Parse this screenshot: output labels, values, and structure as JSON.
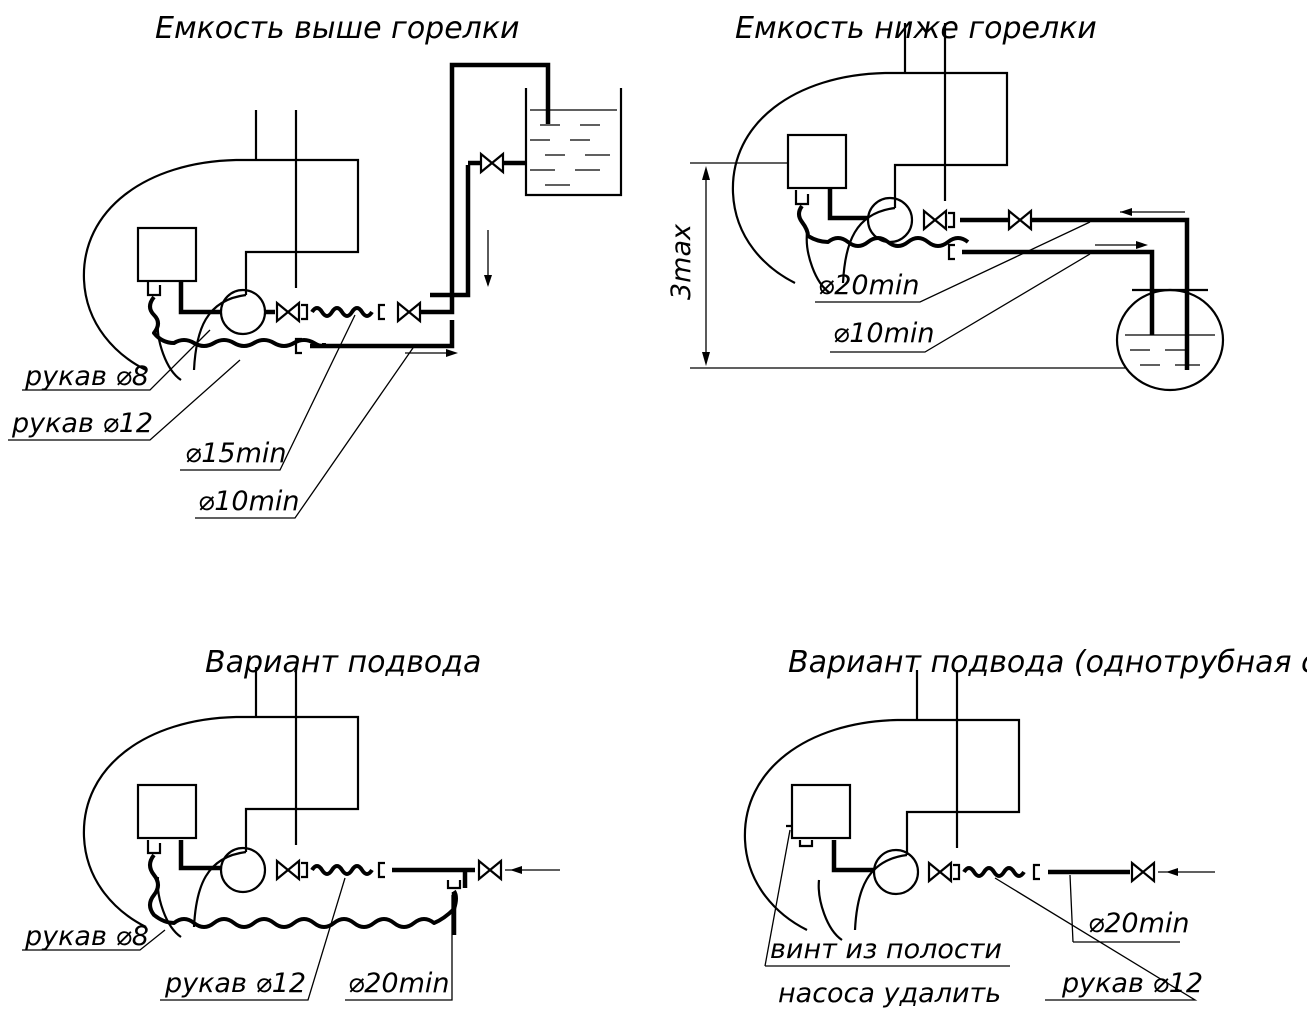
{
  "diagram1": {
    "title": "Емкость выше горелки",
    "labels": [
      "рукав ⌀8",
      "рукав ⌀12",
      "⌀15min",
      "⌀10min"
    ]
  },
  "diagram2": {
    "title": "Емкость ниже горелки",
    "dimension": "3max",
    "labels": [
      "⌀20min",
      "⌀10min"
    ]
  },
  "diagram3": {
    "title": "Вариант подвода",
    "labels": [
      "рукав ⌀8",
      "рукав ⌀12",
      "⌀20min"
    ]
  },
  "diagram4": {
    "title": "Вариант подвода (однотрубная система)",
    "labels": [
      "⌀20min",
      "винт из полости",
      "насоса удалить",
      "рукав ⌀12"
    ]
  }
}
